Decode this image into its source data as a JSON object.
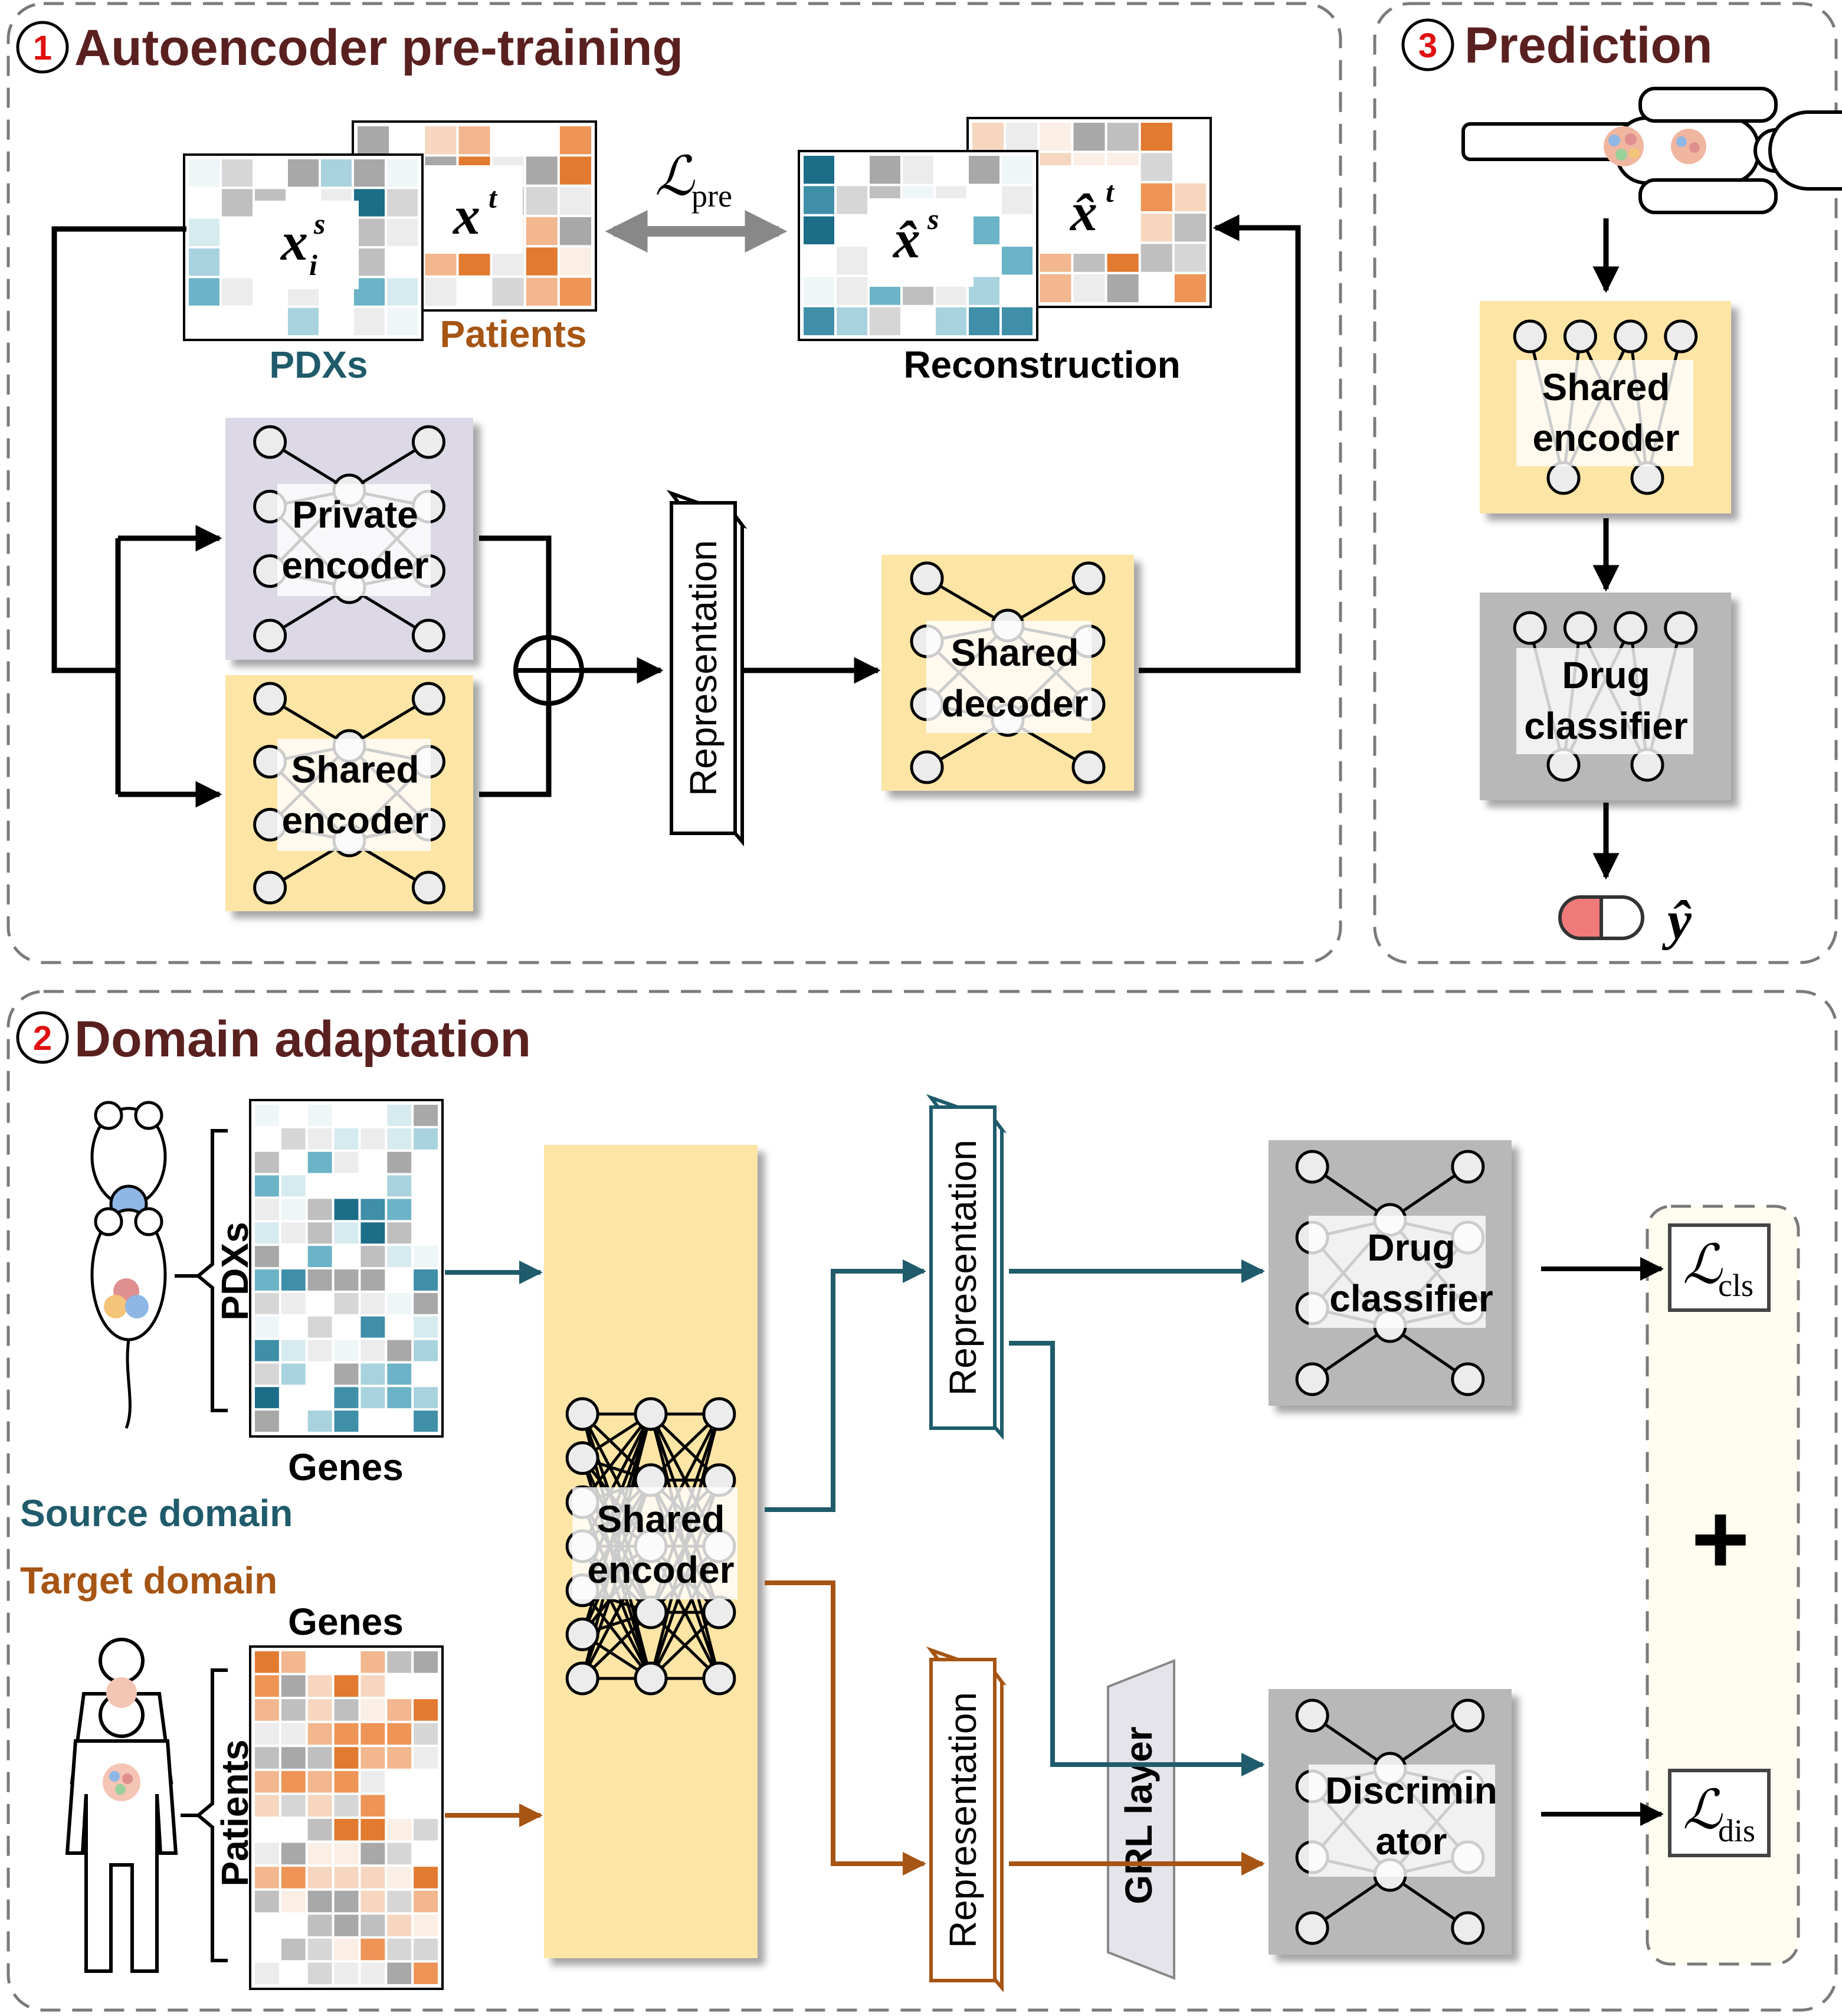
{
  "panels": {
    "pretrain": {
      "number": "1",
      "title": "Autoencoder pre-training"
    },
    "prediction": {
      "number": "3",
      "title": "Prediction"
    },
    "domain": {
      "number": "2",
      "title": "Domain adaptation"
    }
  },
  "pretrain": {
    "source_matrix_symbol": "x",
    "source_sup": "s",
    "source_sub": "i",
    "target_matrix_symbol": "x",
    "target_sup": "t",
    "source_label": "PDXs",
    "target_label": "Patients",
    "loss_symbol": "ℒ",
    "loss_sub": "pre",
    "recon_source_symbol": "x̂",
    "recon_source_sup": "s",
    "recon_target_symbol": "x̂",
    "recon_target_sup": "t",
    "recon_label": "Reconstruction",
    "private_encoder": [
      "Private",
      "encoder"
    ],
    "shared_encoder": [
      "Shared",
      "encoder"
    ],
    "representation": "Representation",
    "shared_decoder": [
      "Shared",
      "decoder"
    ]
  },
  "prediction": {
    "shared_encoder": [
      "Shared",
      "encoder"
    ],
    "drug_classifier": [
      "Drug",
      "classifier"
    ],
    "output_symbol": "ŷ"
  },
  "domain": {
    "source_side_label": "PDXs",
    "source_genes_label": "Genes",
    "source_domain_label": "Source domain",
    "target_domain_label": "Target domain",
    "target_genes_label": "Genes",
    "target_side_label": "Patients",
    "shared_encoder": [
      "Shared",
      "encoder"
    ],
    "representation": "Representation",
    "drug_classifier": [
      "Drug",
      "classifier"
    ],
    "grl": "GRL layer",
    "discriminator": [
      "Discrimin",
      "ator"
    ],
    "loss_cls_symbol": "ℒ",
    "loss_cls_sub": "cls",
    "loss_dis_symbol": "ℒ",
    "loss_dis_sub": "dis",
    "plus": "+"
  },
  "colors": {
    "teal": "#1f5b6b",
    "orange": "#a65514",
    "title_dark_red": "#5a2020",
    "number_red": "#e01010",
    "yellow_box": "#fde5a6",
    "lavender_box": "#dcd8e6",
    "gray_box": "#b8b8b8"
  }
}
